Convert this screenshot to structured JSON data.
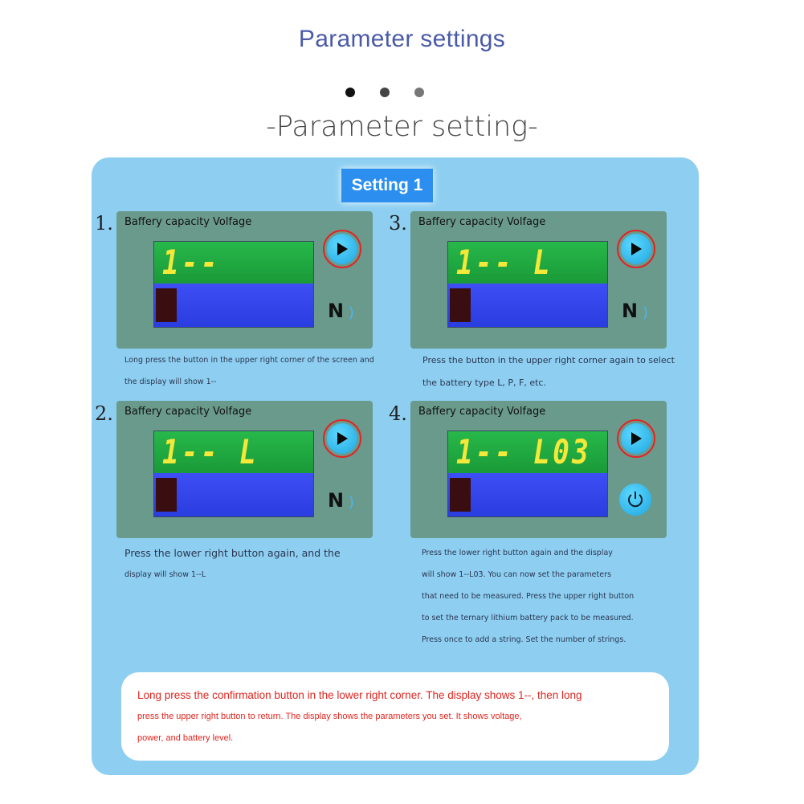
{
  "header": {
    "title": "Parameter settings",
    "subtitle": "-Parameter setting-",
    "dots": [
      "#111111",
      "#444444",
      "#777777"
    ]
  },
  "badge": "Setting 1",
  "colors": {
    "panel": "#8ecff1",
    "badge": "#2c8ff0",
    "note_text": "#e0251f",
    "lcd_digits": "#f4e83a"
  },
  "steps": [
    {
      "number": "1.",
      "label": "Baffery capacity Volfage",
      "display": "1--",
      "lower_button": "N",
      "caption": [
        "Long press the button in the upper right corner of the screen and",
        "the display will show 1--"
      ]
    },
    {
      "number": "3.",
      "label": "Baffery capacity Volfage",
      "display": "1-- L",
      "lower_button": "N",
      "caption": [
        "Press the button in the upper right corner again to select",
        "the battery type L, P, F, etc."
      ]
    },
    {
      "number": "2.",
      "label": "Baffery capacity Volfage",
      "display": "1-- L",
      "lower_button": "N",
      "caption": [
        "Press the lower right button again, and the",
        "display will show 1--L"
      ]
    },
    {
      "number": "4.",
      "label": "Baffery capacity Volfage",
      "display": "1-- L03",
      "lower_button": "power-icon",
      "caption": [
        "Press the lower right button again and the display",
        "will show 1--L03. You can now set the parameters",
        "that need to be measured. Press the upper right button",
        "to set the ternary lithium battery pack to be measured.",
        "Press once to add a string. Set the number of strings."
      ]
    }
  ],
  "note": [
    "Long press the confirmation button in the lower right corner. The display shows 1--, then long",
    "press the upper right button to return. The display shows the parameters you set. It shows voltage,",
    "power, and battery level."
  ]
}
